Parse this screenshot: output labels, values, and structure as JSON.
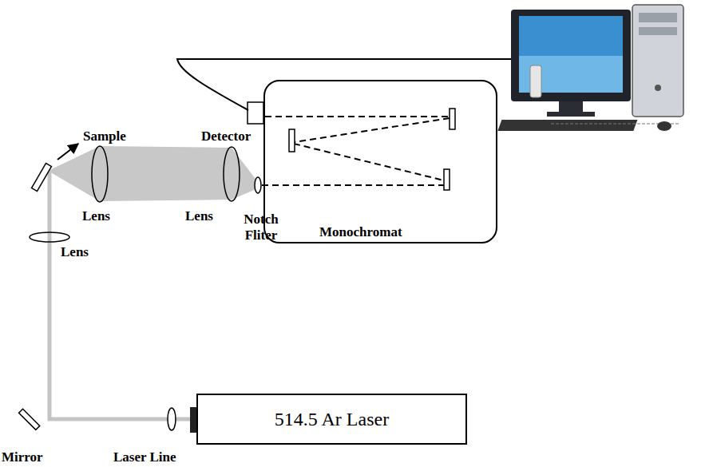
{
  "diagram": {
    "nodes": [
      {
        "text": [
          "Monochromat"
        ]
      },
      {
        "text": [
          "514.5 Ar Laser"
        ]
      }
    ],
    "labels": [
      "Sample",
      "Detector",
      "Lens",
      "Lens",
      "Notch Fliter",
      "Lens",
      "Mirror",
      "Laser Line"
    ]
  }
}
